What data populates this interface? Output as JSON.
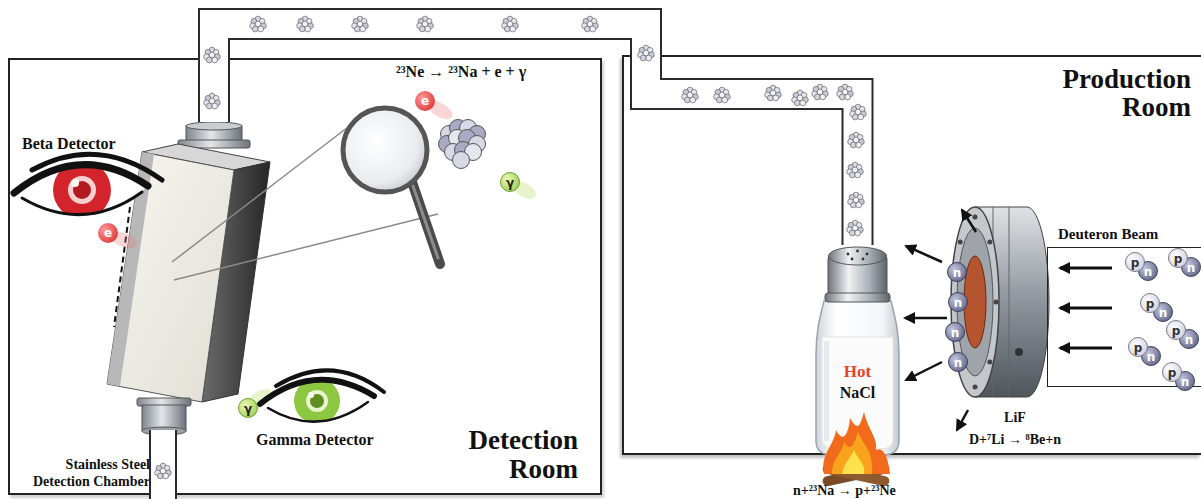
{
  "diagram": {
    "nodes": [
      {
        "text": [
          "Detection Room"
        ]
      },
      {
        "text": [
          "Stainless Steel Detection Chamber"
        ],
        "in": 0
      },
      {
        "text": [
          "Production Room"
        ]
      },
      {
        "text": [
          "Hot",
          "NaCl"
        ],
        "in": 2
      },
      {
        "text": [
          "LiF",
          "D+⁷Li → ⁸Be+n"
        ],
        "in": 2
      },
      {
        "text": [
          "Deuteron Beam"
        ],
        "in": 2
      }
    ],
    "edges": [
      {
        "from": 3,
        "to": 1,
        "arrow": "none"
      },
      {
        "from": 4,
        "to": 3,
        "arrow": "to"
      }
    ],
    "labels": [
      "²³Ne → ²³Na + e + γ",
      "e",
      "γ",
      "Beta Detector",
      "e",
      "γ",
      "Gamma Detector",
      "n",
      "n",
      "n",
      "n",
      "p",
      "n",
      "p",
      "n",
      "p",
      "n",
      "p",
      "n",
      "p",
      "n",
      "p",
      "n",
      "n+²³Na → p+²³Ne"
    ]
  }
}
